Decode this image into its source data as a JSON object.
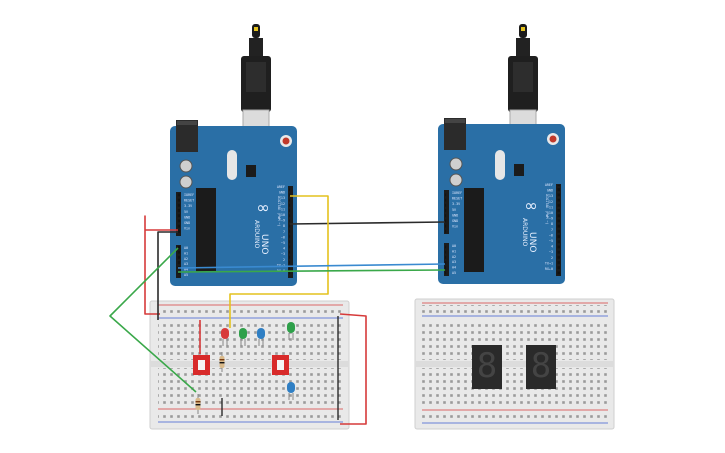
{
  "arduino_left": {
    "brand": "ARDUINO",
    "model": "UNO",
    "logo": "∞",
    "digital_header_text": "DIGITAL (PWM ~)",
    "analog_pins": [
      "A0",
      "A1",
      "A2",
      "A3",
      "A4",
      "A5"
    ],
    "digital_pins": [
      "AREF",
      "GND",
      "13",
      "12",
      "~11",
      "~10",
      "~9",
      "8",
      "7",
      "~6",
      "~5",
      "4",
      "~3",
      "2",
      "TX→1",
      "RX←0"
    ],
    "power_pins": [
      "IOREF",
      "RESET",
      "3.3V",
      "5V",
      "GND",
      "GND",
      "Vin"
    ]
  },
  "arduino_right": {
    "brand": "ARDUINO",
    "model": "UNO",
    "logo": "∞",
    "digital_header_text": "DIGITAL (PWM ~)",
    "analog_pins": [
      "A0",
      "A1",
      "A2",
      "A3",
      "A4",
      "A5"
    ],
    "digital_pins": [
      "AREF",
      "GND",
      "13",
      "12",
      "~11",
      "~10",
      "~9",
      "8",
      "7",
      "~6",
      "~5",
      "4",
      "~3",
      "2",
      "TX→1",
      "RX←0"
    ],
    "power_pins": [
      "IOREF",
      "RESET",
      "3.3V",
      "5V",
      "GND",
      "GND",
      "Vin"
    ]
  },
  "seven_segment_left": {
    "digit": "8"
  },
  "seven_segment_right": {
    "digit": "8"
  },
  "colors": {
    "pcb": "#2a6fa6",
    "pcb_dark": "#1f5784",
    "breadboard": "#e9e9e9",
    "wire_red": "#d63a3a",
    "wire_black": "#2b2b2b",
    "wire_yellow": "#e4c21e",
    "wire_green": "#3aa84a",
    "wire_blue": "#3a8ad0",
    "led_red": "#d83a3a",
    "led_green": "#2ea04a",
    "led_blue": "#2f7fc4",
    "switch_red": "#d82a2a"
  },
  "icons": {
    "usb": "usb-cable-icon",
    "led": "led-icon",
    "resistor": "resistor-icon",
    "switch": "dip-switch-icon",
    "display": "seven-segment-icon"
  }
}
